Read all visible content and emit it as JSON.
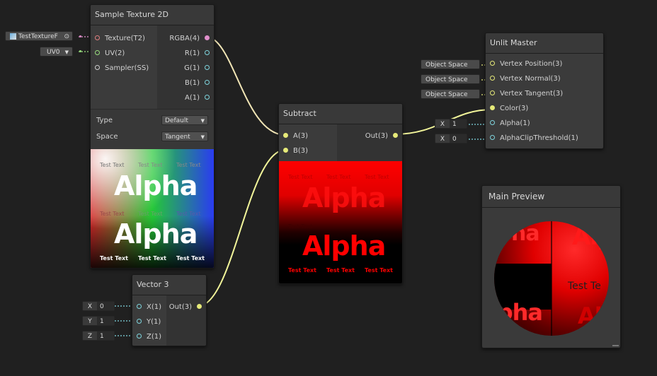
{
  "nodes": {
    "sample_texture": {
      "title": "Sample Texture 2D",
      "inputs": [
        "Texture(T2)",
        "UV(2)",
        "Sampler(SS)"
      ],
      "outputs": [
        "RGBA(4)",
        "R(1)",
        "G(1)",
        "B(1)",
        "A(1)"
      ],
      "settings": [
        {
          "label": "Type",
          "value": "Default"
        },
        {
          "label": "Space",
          "value": "Tangent"
        }
      ],
      "preview": {
        "big_text": "Alpha",
        "small_text": "Test Text"
      }
    },
    "subtract": {
      "title": "Subtract",
      "inputs": [
        "A(3)",
        "B(3)"
      ],
      "outputs": [
        "Out(3)"
      ],
      "preview": {
        "big_text": "Alpha",
        "small_text": "Test Text"
      }
    },
    "vector3": {
      "title": "Vector 3",
      "inputs": [
        "X(1)",
        "Y(1)",
        "Z(1)"
      ],
      "outputs": [
        "Out(3)"
      ]
    },
    "unlit_master": {
      "title": "Unlit Master",
      "inputs": [
        "Vertex Position(3)",
        "Vertex Normal(3)",
        "Vertex Tangent(3)",
        "Color(3)",
        "Alpha(1)",
        "AlphaClipThreshold(1)"
      ]
    },
    "main_preview": {
      "title": "Main Preview",
      "sphere_text_1": "Alpha",
      "sphere_text_2": "Test Te"
    }
  },
  "fields": {
    "texture_field": "TestTextureF",
    "uv_field": "UV0",
    "space_fields": [
      "Object Space",
      "Object Space",
      "Object Space"
    ],
    "alpha_field": {
      "label": "X",
      "value": "1"
    },
    "clip_field": {
      "label": "X",
      "value": "0"
    },
    "vec_fields": [
      {
        "label": "X",
        "value": "0"
      },
      {
        "label": "Y",
        "value": "1"
      },
      {
        "label": "Z",
        "value": "1"
      }
    ]
  },
  "colors": {
    "background": "#202020",
    "node": "#3b3b3b",
    "wire_vector3": "#f2f59a",
    "wire_vector4": "#e8a6d8"
  }
}
